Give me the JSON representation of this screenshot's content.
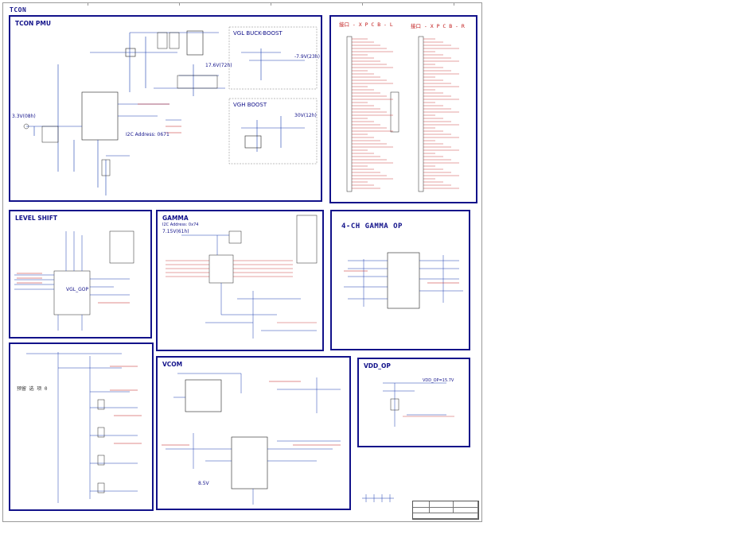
{
  "sheet": {
    "title": "TCON"
  },
  "blocks": {
    "tcon_pmu": {
      "title": "TCON PMU",
      "labels": {
        "v17": "17.6V(72h)",
        "v33": "3.3V(08h)",
        "i2c": "I2C    Address: 0671"
      },
      "vgl": {
        "title": "VGL BUCK-BOOST",
        "value": "-7.9V(23h)"
      },
      "vgh": {
        "title": "VGH BOOST",
        "value": "30V(12h)"
      }
    },
    "xpcb": {
      "left_title": "接口 - X P C B - L",
      "right_title": "接口 - X P C B - R"
    },
    "level_shift": {
      "title": "LEVEL SHIFT",
      "chip": "VGL_GOP"
    },
    "gamma": {
      "title": "GAMMA",
      "addr": "I2C    Address: 0x74",
      "v715": "7.15V(61h)"
    },
    "gamma_op": {
      "title": "4-CH  GAMMA   OP"
    },
    "vdd_op": {
      "title": "VDD_OP",
      "value": "VDD_OP=15.7V"
    },
    "vcom": {
      "title": "VCOM",
      "value": "8.5V"
    },
    "spare": {
      "title": "预留  选  项 0"
    }
  },
  "colors": {
    "border": "#12128a",
    "wire": "#1c3fb0",
    "net": "#c01818",
    "part": "#222222"
  }
}
